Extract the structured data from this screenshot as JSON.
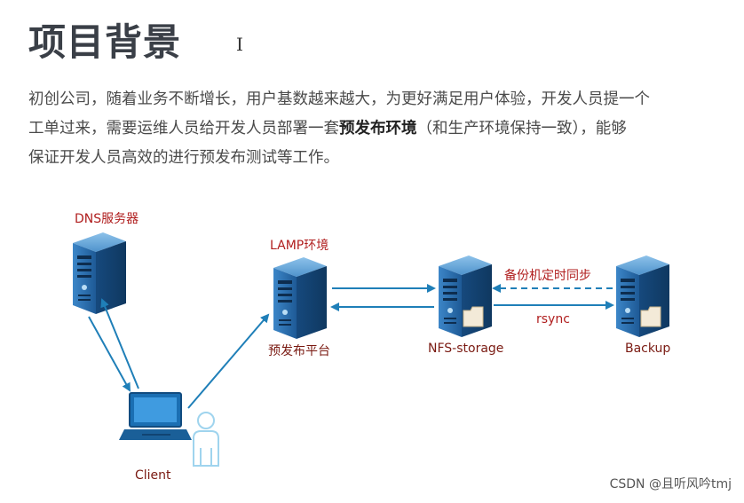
{
  "header": {
    "title": "项目背景"
  },
  "paragraph": {
    "line1": "初创公司，随着业务不断增长，用户基数越来越大，为更好满足用户体验，开发人员提一个",
    "line2_a": "工单过来，需要运维人员给开发人员部署一套",
    "line2_bold": "预发布环境",
    "line2_b": "（和生产环境保持一致），能够",
    "line3": "保证开发人员高效的进行预发布测试等工作。"
  },
  "diagram": {
    "dns_label": "DNS服务器",
    "lamp_label": "LAMP环境",
    "prerelease_label": "预发布平台",
    "nfs_label": "NFS-storage",
    "backup_label": "Backup",
    "backup_schedule_label": "备份机定时同步",
    "rsync_label": "rsync",
    "client_label": "Client",
    "colors": {
      "arrow": "#1f7fb8",
      "label_red": "#b01e1e",
      "server_blue": "#2a6aa8"
    },
    "icons": [
      "server-icon",
      "laptop-icon",
      "person-icon",
      "folder-icon"
    ]
  },
  "watermark": {
    "text": "CSDN @且听风吟tmj"
  }
}
